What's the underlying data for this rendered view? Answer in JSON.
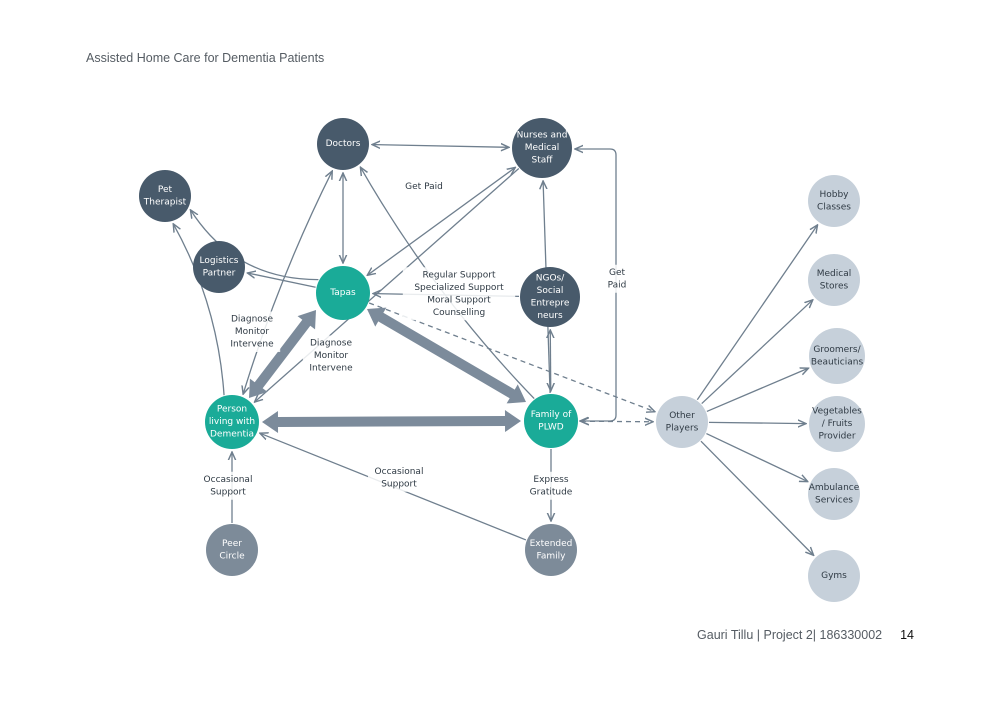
{
  "page": {
    "header_title": "Assisted Home Care for Dementia Patients",
    "footer_text": "Gauri Tillu | Project 2| 186330002",
    "page_number": "14"
  },
  "colors": {
    "dark": "#485a6b",
    "teal": "#1aab98",
    "grey": "#7d8b99",
    "light": "#c6d0da",
    "arrow": "#7c8b9b",
    "text_light": "#ffffff",
    "text_dark": "#2f3a44"
  },
  "nodes": {
    "doctors": {
      "lines": [
        "Doctors"
      ],
      "style": "dark"
    },
    "nurses": {
      "lines": [
        "Nurses and",
        "Medical",
        "Staff"
      ],
      "style": "dark"
    },
    "pet": {
      "lines": [
        "Pet",
        "Therapist"
      ],
      "style": "dark"
    },
    "logistics": {
      "lines": [
        "Logistics",
        "Partner"
      ],
      "style": "dark"
    },
    "tapas": {
      "lines": [
        "Tapas"
      ],
      "style": "teal"
    },
    "ngo": {
      "lines": [
        "NGOs/",
        "Social",
        "Entrepreneurs"
      ],
      "style": "dark"
    },
    "plwd": {
      "lines": [
        "Person",
        "living with",
        "Dementia"
      ],
      "style": "teal"
    },
    "family": {
      "lines": [
        "Family of",
        "PLWD"
      ],
      "style": "teal"
    },
    "others": {
      "lines": [
        "Other",
        "Players"
      ],
      "style": "light"
    },
    "peer": {
      "lines": [
        "Peer",
        "Circle"
      ],
      "style": "grey"
    },
    "extended": {
      "lines": [
        "Extended",
        "Family"
      ],
      "style": "grey"
    },
    "hobby": {
      "lines": [
        "Hobby",
        "Classes"
      ],
      "style": "light"
    },
    "medical": {
      "lines": [
        "Medical",
        "Stores"
      ],
      "style": "light"
    },
    "groomers": {
      "lines": [
        "Groomers/",
        "Beauticians"
      ],
      "style": "light"
    },
    "vegetables": {
      "lines": [
        "Vegetables",
        "/ Fruits",
        "Provider"
      ],
      "style": "light"
    },
    "ambulance": {
      "lines": [
        "Ambulance",
        "Services"
      ],
      "style": "light"
    },
    "gyms": {
      "lines": [
        "Gyms"
      ],
      "style": "light"
    }
  },
  "node_display": {
    "ngo": [
      "NGOs/",
      "Social",
      "Entrepre",
      "neurs"
    ]
  },
  "edge_labels": {
    "get_paid_doctors": [
      "Get Paid"
    ],
    "get_paid_nurses": [
      "Get",
      "Paid"
    ],
    "tapas_ngo_services": [
      "Regular Support",
      "Specialized Support",
      "Moral Support",
      "Counselling"
    ],
    "doctors_diagnose": [
      "Diagnose",
      "Monitor",
      "Intervene"
    ],
    "nurses_diagnose": [
      "Diagnose",
      "Monitor",
      "Intervene"
    ],
    "peer_support": [
      "Occasional",
      "Support"
    ],
    "extended_support": [
      "Occasional",
      "Support"
    ],
    "express_gratitude": [
      "Express",
      "Gratitude"
    ]
  }
}
